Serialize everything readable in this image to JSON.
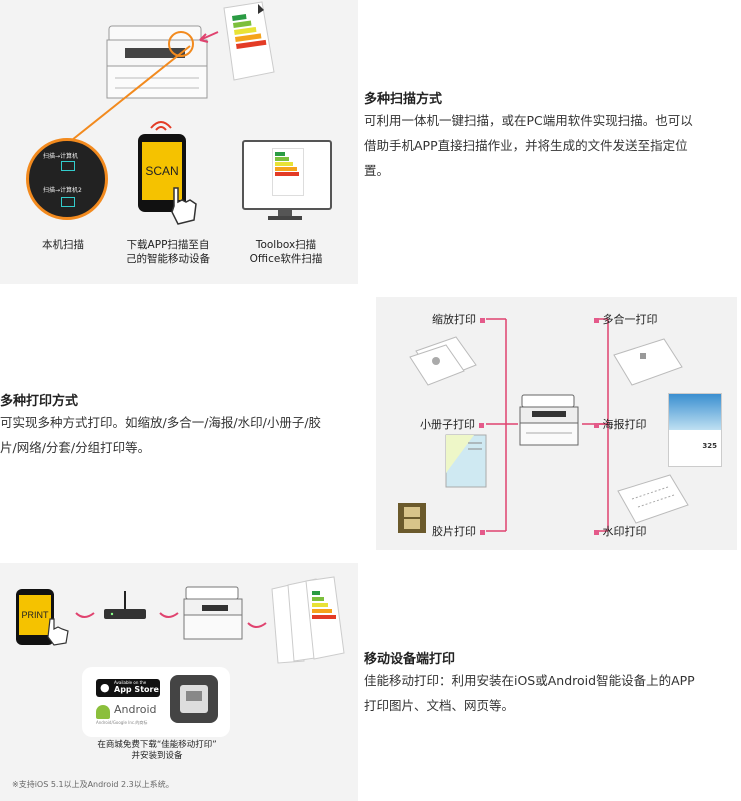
{
  "scan": {
    "heading": "多种扫描方式",
    "body_lines": [
      "可利用一体机一键扫描，或在PC端用软件实现扫描。也可以",
      "借助手机APP直接扫描作业，并将生成的文件发送至指定位",
      "置。"
    ],
    "captions": {
      "local": "本机扫描",
      "app": [
        "下载APP扫描至自",
        "己的智能移动设备"
      ],
      "toolbox": [
        "Toolbox扫描",
        "Office软件扫描"
      ]
    },
    "menu_items": [
      "扫描→计算机",
      "扫描→计算机2"
    ],
    "phone_text": "SCAN"
  },
  "print": {
    "heading": "多种打印方式",
    "body_lines": [
      "可实现多种方式打印。如缩放/多合一/海报/水印/小册子/胶",
      "片/网络/分套/分组打印等。"
    ],
    "labels": {
      "zoom": "缩放打印",
      "booklet": "小册子打印",
      "film": "胶片打印",
      "multi": "多合一打印",
      "poster": "海报打印",
      "watermark": "水印打印"
    },
    "poster_number": "325"
  },
  "mobile": {
    "heading": "移动设备端打印",
    "body_lines": [
      "佳能移动打印：利用安装在iOS或Android智能设备上的APP",
      "打印图片、文档、网页等。"
    ],
    "phone_text": "PRINT",
    "appstore_small": "Available on the",
    "appstore": "App Store",
    "android": "Android",
    "android_sub": "Android/Google Inc.的商标",
    "caption_lines": [
      "在商城免费下载“佳能移动打印”",
      "并安装到设备"
    ],
    "footnote": "※支持iOS 5.1以上及Android 2.3以上系统。"
  },
  "colors": {
    "accent_line": "#e0436f",
    "orange": "#f28a1e",
    "panel_bg": "#f3f3f3"
  }
}
